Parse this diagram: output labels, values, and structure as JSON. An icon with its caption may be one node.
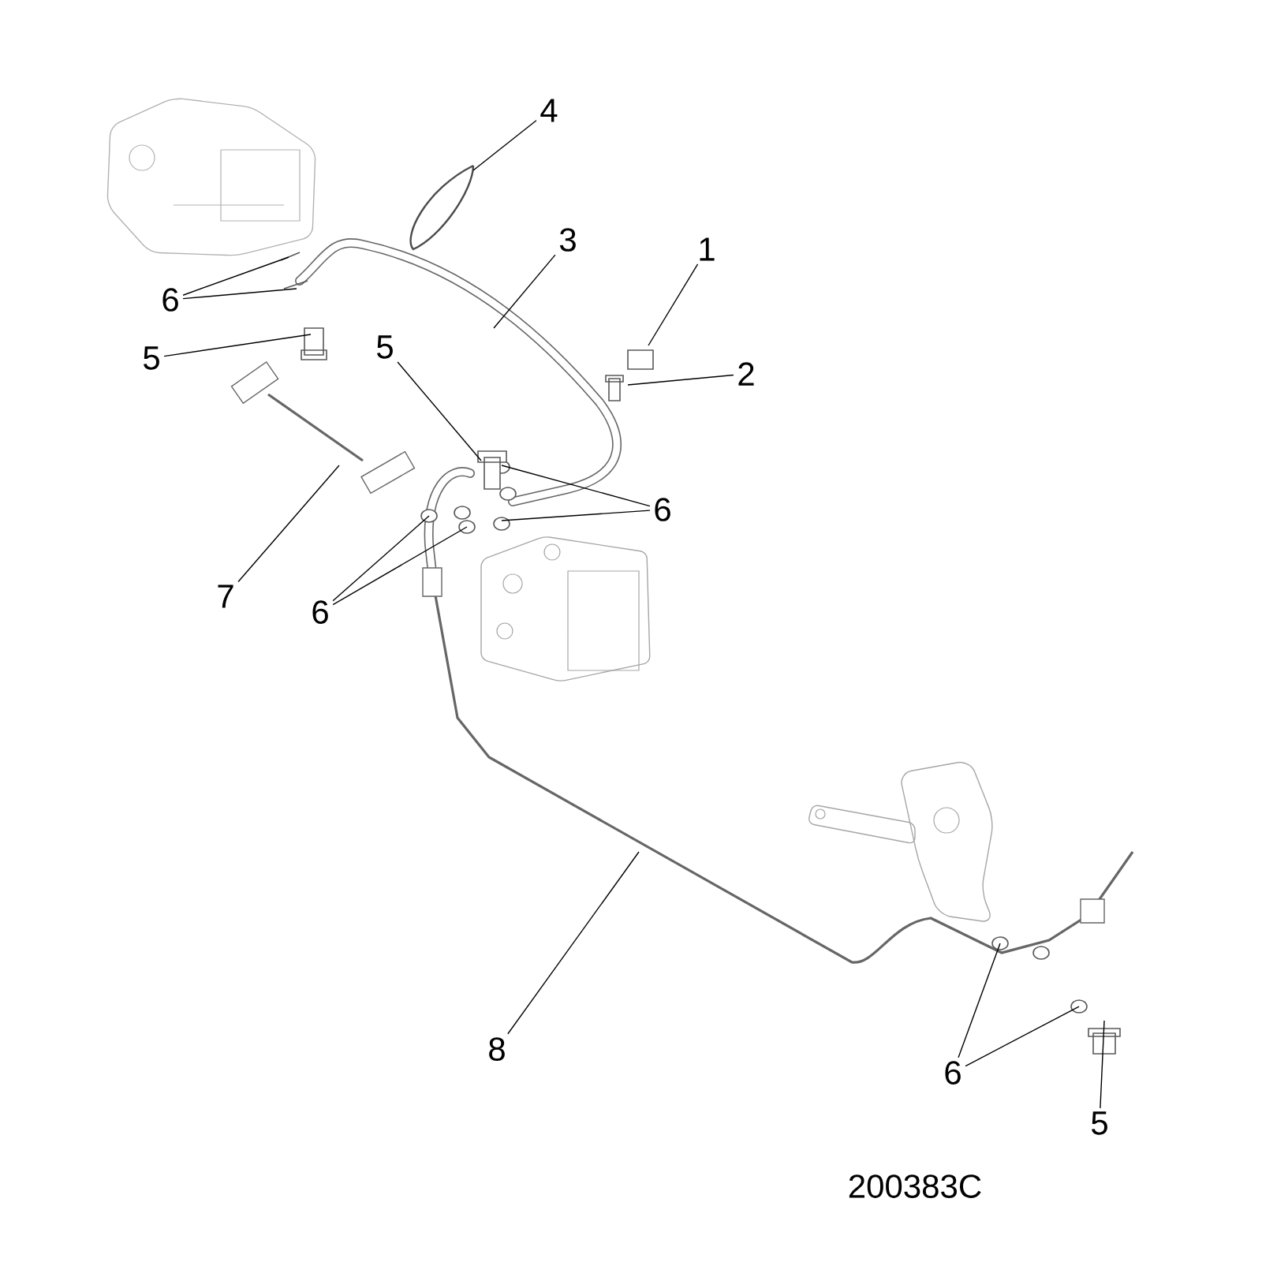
{
  "diagram": {
    "nodes": [
      {
        "text": [
          "4"
        ]
      },
      {
        "text": [
          "3"
        ]
      },
      {
        "text": [
          "1"
        ]
      },
      {
        "text": [
          "6"
        ]
      },
      {
        "text": [
          "5"
        ]
      },
      {
        "text": [
          "5"
        ]
      },
      {
        "text": [
          "2"
        ]
      },
      {
        "text": [
          "6"
        ]
      },
      {
        "text": [
          "7"
        ]
      },
      {
        "text": [
          "6"
        ]
      },
      {
        "text": [
          "8"
        ]
      },
      {
        "text": [
          "6"
        ]
      },
      {
        "text": [
          "5"
        ]
      }
    ],
    "edges": [
      {
        "from": 0,
        "to": null,
        "arrow": "none"
      },
      {
        "from": 1,
        "to": null,
        "arrow": "none"
      },
      {
        "from": 2,
        "to": null,
        "arrow": "none"
      },
      {
        "from": 3,
        "to": null,
        "arrow": "none"
      },
      {
        "from": 3,
        "to": null,
        "arrow": "none"
      },
      {
        "from": 4,
        "to": null,
        "arrow": "none"
      },
      {
        "from": 5,
        "to": null,
        "arrow": "none"
      },
      {
        "from": 6,
        "to": null,
        "arrow": "none"
      },
      {
        "from": 7,
        "to": null,
        "arrow": "none"
      },
      {
        "from": 7,
        "to": null,
        "arrow": "none"
      },
      {
        "from": 8,
        "to": null,
        "arrow": "none"
      },
      {
        "from": 9,
        "to": null,
        "arrow": "none"
      },
      {
        "from": 9,
        "to": null,
        "arrow": "none"
      },
      {
        "from": 10,
        "to": null,
        "arrow": "none"
      },
      {
        "from": 11,
        "to": null,
        "arrow": "none"
      },
      {
        "from": 11,
        "to": null,
        "arrow": "none"
      },
      {
        "from": 12,
        "to": null,
        "arrow": "none"
      }
    ],
    "labels": [
      "200383C"
    ]
  }
}
